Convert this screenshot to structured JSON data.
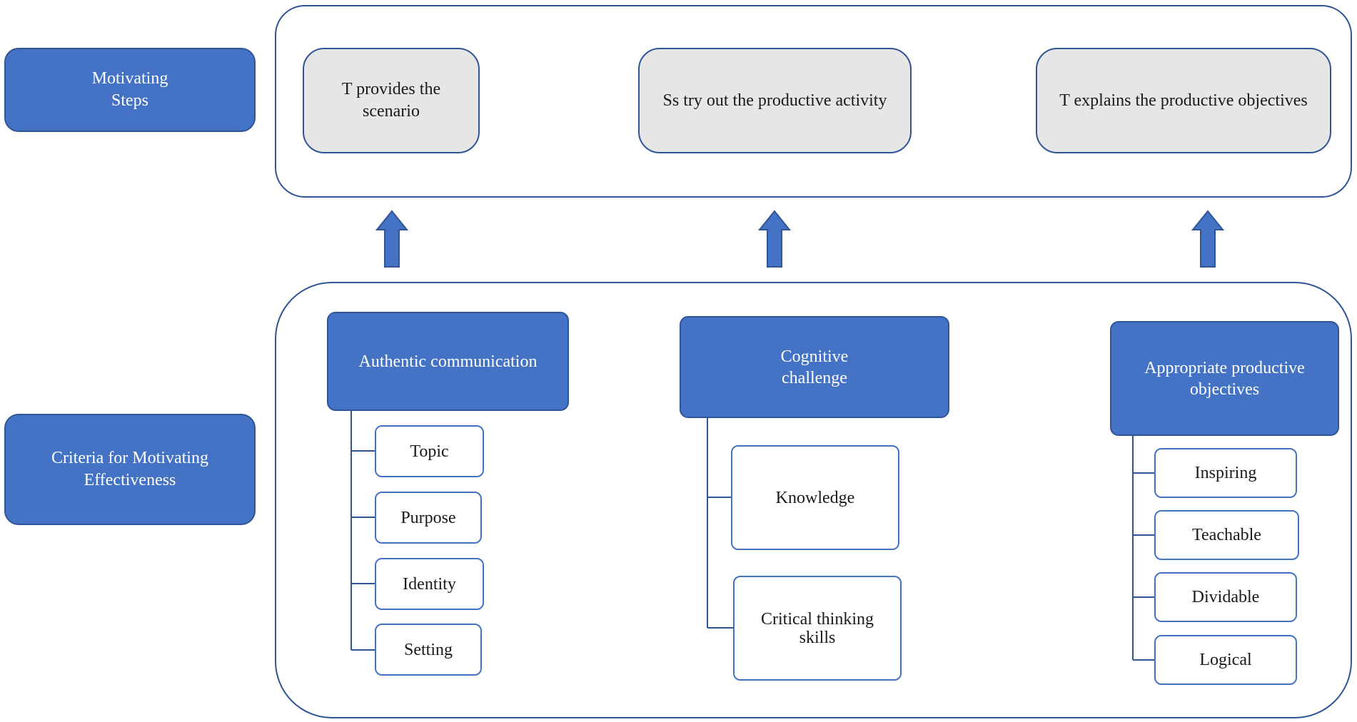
{
  "labels": {
    "steps": "Motivating\nSteps",
    "criteria": "Criteria for Motivating\nEffectiveness"
  },
  "steps": [
    "T provides the\nscenario",
    "Ss try out the productive activity",
    "T explains the productive objectives"
  ],
  "criteria": [
    {
      "title": "Authentic communication",
      "items": [
        "Topic",
        "Purpose",
        "Identity",
        "Setting"
      ]
    },
    {
      "title": "Cognitive\nchallenge",
      "items": [
        "Knowledge",
        "Critical thinking\nskills"
      ]
    },
    {
      "title": "Appropriate productive\nobjectives",
      "items": [
        "Inspiring",
        "Teachable",
        "Dividable",
        "Logical"
      ]
    }
  ],
  "colors": {
    "primary_fill": "#4472c4",
    "border": "#2f5597",
    "step_fill": "#e7e6e6",
    "arrow": "#4472c4"
  }
}
